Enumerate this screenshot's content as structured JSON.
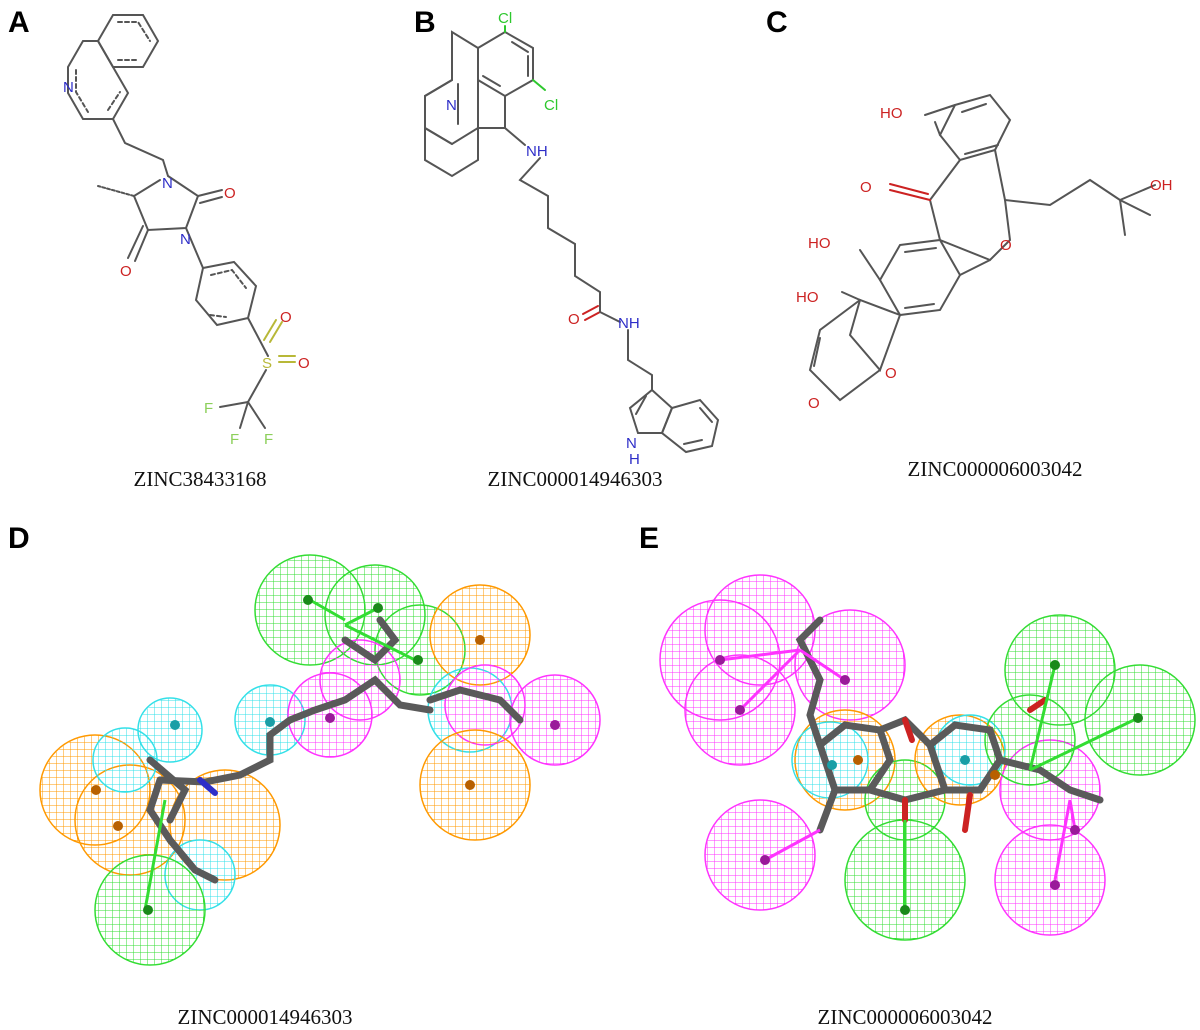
{
  "panels": {
    "a": {
      "letter": "A",
      "caption": "ZINC38433168"
    },
    "b": {
      "letter": "B",
      "caption": "ZINC000014946303"
    },
    "c": {
      "letter": "C",
      "caption": "ZINC000006003042"
    },
    "d": {
      "letter": "D",
      "caption": "ZINC000014946303"
    },
    "e": {
      "letter": "E",
      "caption": "ZINC000006003042"
    }
  },
  "atoms": {
    "N": "N",
    "O": "O",
    "S": "S",
    "F": "F",
    "Cl": "Cl",
    "NH": "NH",
    "H": "H",
    "HO": "HO",
    "OH": "OH"
  },
  "colors": {
    "bond": "#555555",
    "nitrogen": "#2e2ec8",
    "oxygen": "#cc2222",
    "sulfur": "#b8b838",
    "fluorine": "#8ccf5a",
    "chlorine": "#2ec82e",
    "hydrophobic_sphere": "#ff9900",
    "ring_sphere": "#ff33ff",
    "acceptor_sphere": "#33dd33",
    "donor_sphere": "#33e0e8",
    "carbon_stick": "#5a5a5a"
  }
}
